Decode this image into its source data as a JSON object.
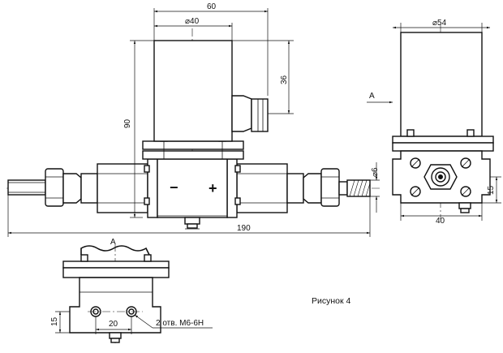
{
  "caption": "Рисунок 4",
  "view_label": "А",
  "dimensions": {
    "d_body": "60",
    "d_coil": "⌀40",
    "h_connector": "36",
    "h_total": "90",
    "len_total": "190",
    "d_pipe": "⌀6",
    "d_side": "⌀54",
    "w_base": "40",
    "h_base": "15",
    "w_holes": "20",
    "h_bottom": "15",
    "holes_note": "2 отв. М6-6Н"
  },
  "signs": {
    "minus": "−",
    "plus": "+"
  }
}
